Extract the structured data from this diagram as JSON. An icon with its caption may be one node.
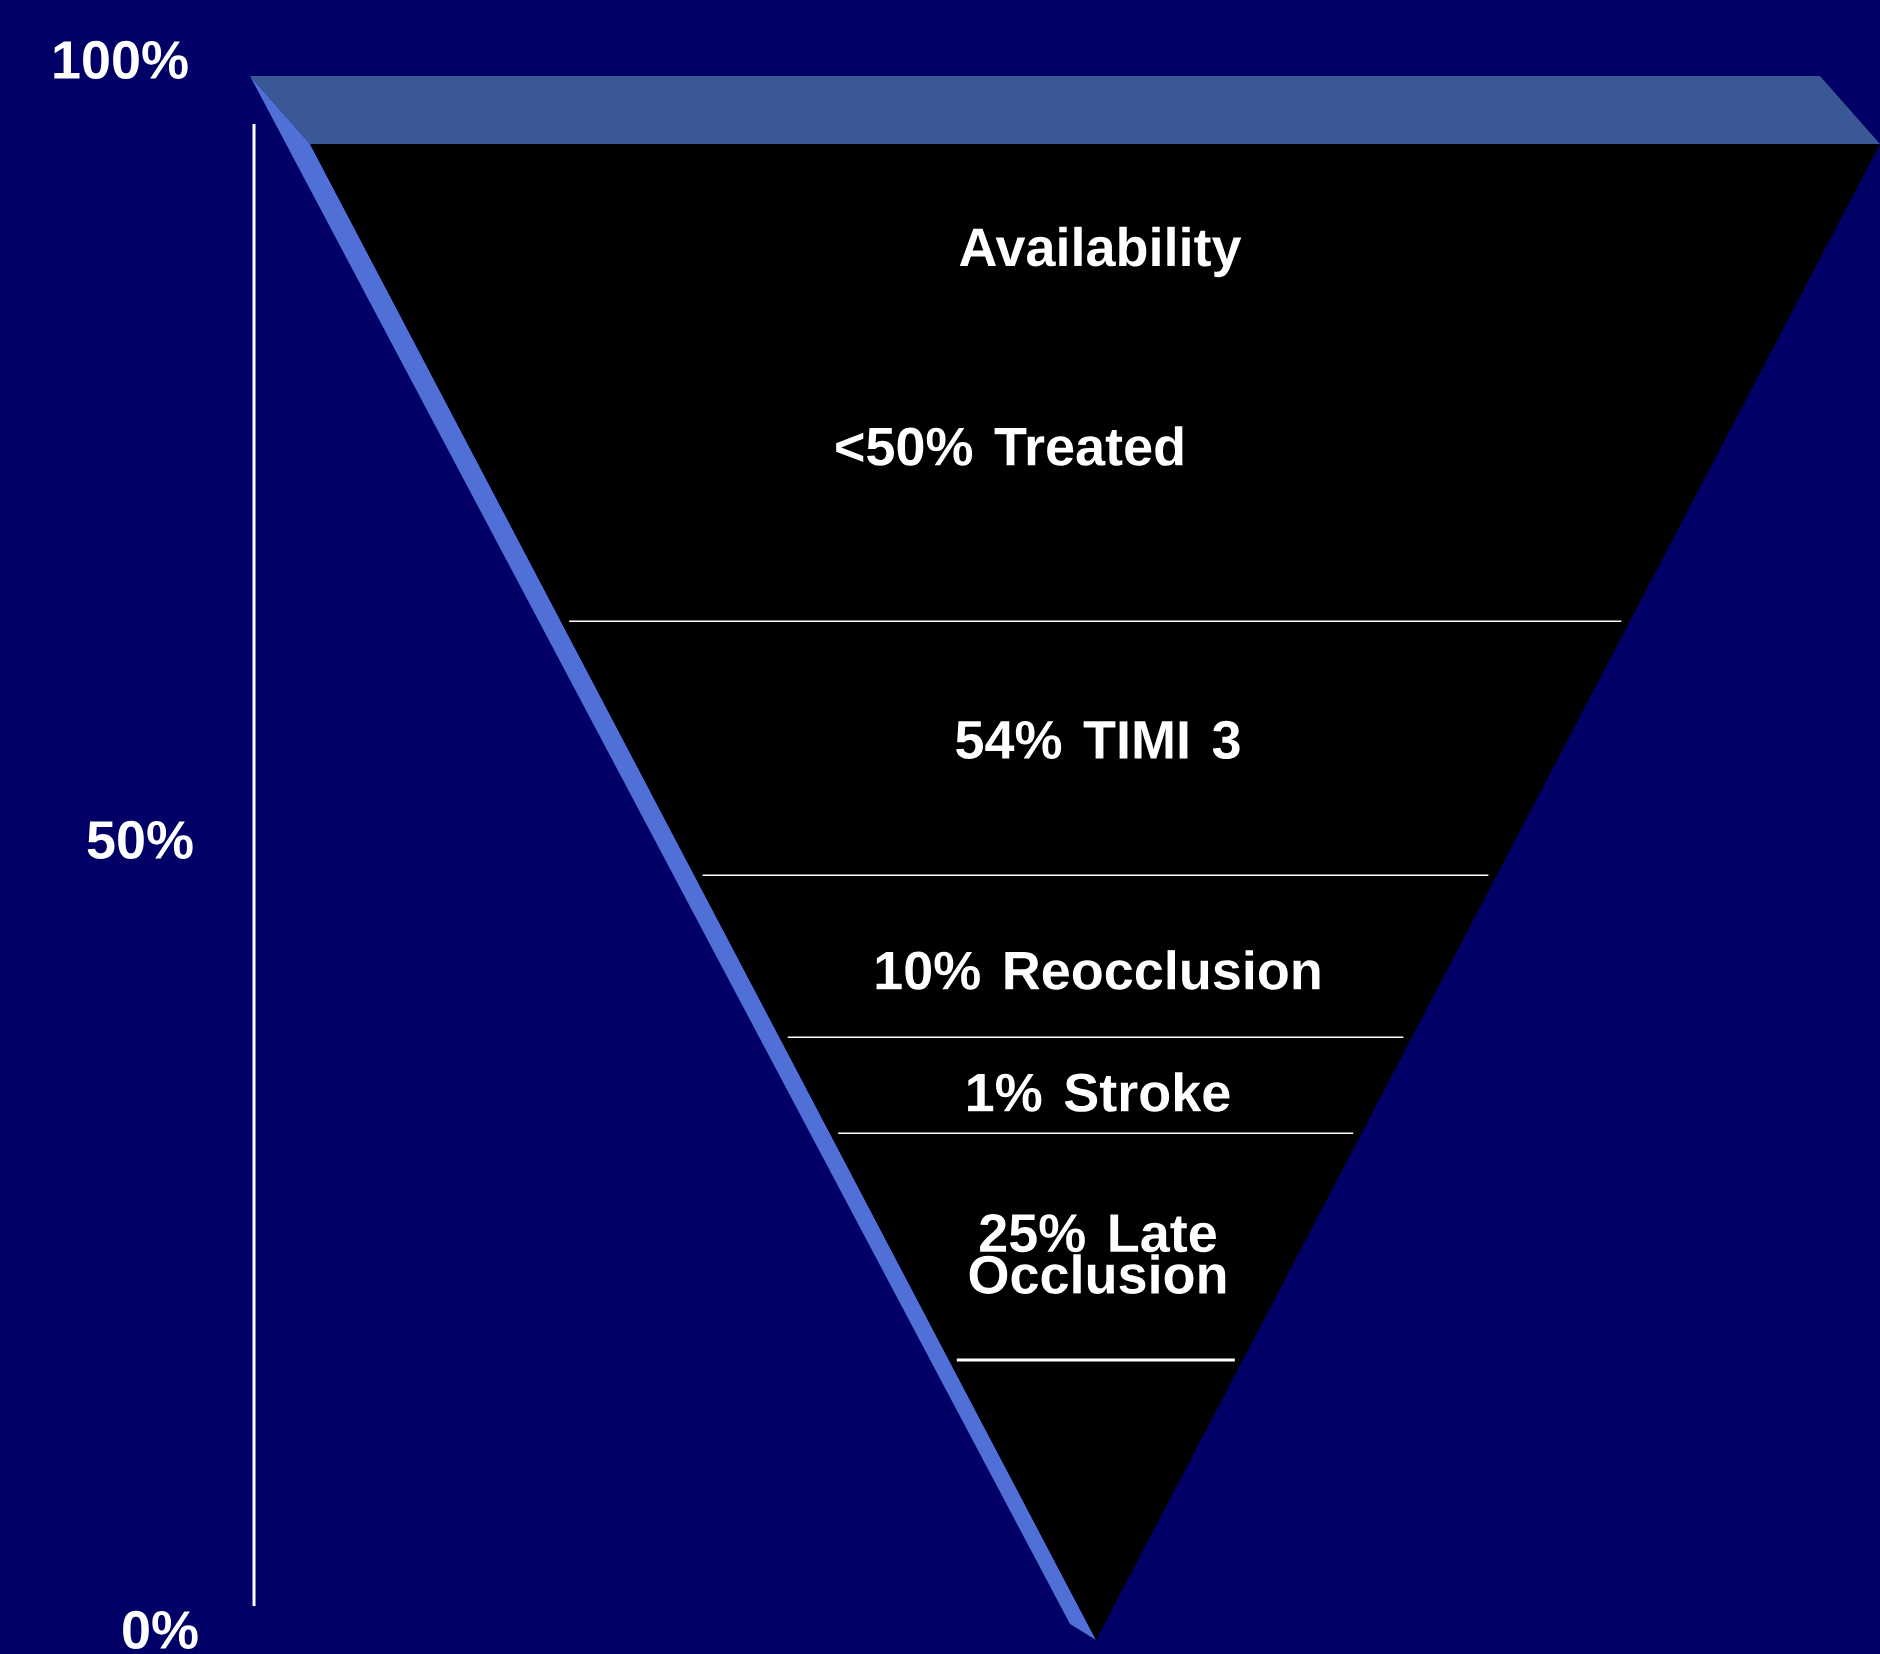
{
  "diagram": {
    "nodes": [
      {
        "text": [
          "Availability",
          "<50% Treated"
        ]
      },
      {
        "text": [
          "54% TIMI 3"
        ]
      },
      {
        "text": [
          "10% Reocclusion"
        ]
      },
      {
        "text": [
          "1% Stroke"
        ]
      },
      {
        "text": [
          "25% Late Occlusion"
        ]
      }
    ],
    "labels": [
      "100%",
      "50%",
      "0%"
    ]
  }
}
